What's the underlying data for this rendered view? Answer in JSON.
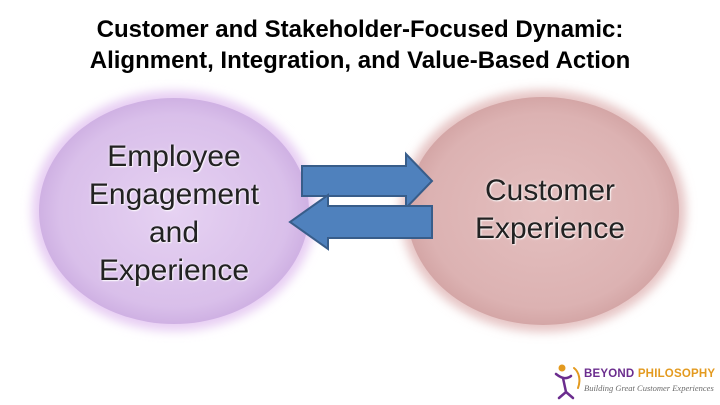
{
  "title": {
    "line1": "Customer and Stakeholder-Focused Dynamic:",
    "line2": "Alignment, Integration, and Value-Based Action"
  },
  "nodes": {
    "left": {
      "lines": [
        "Employee",
        "Engagement",
        "and",
        "Experience"
      ]
    },
    "right": {
      "lines": [
        "Customer",
        "Experience"
      ]
    }
  },
  "arrows": {
    "forward_icon": "arrow-right-icon",
    "backward_icon": "arrow-left-icon"
  },
  "logo": {
    "word1": "BEYOND",
    "word2": "PHILOSOPHY",
    "tagline": "Building Great Customer Experiences"
  },
  "colors": {
    "left_circle": "#dcc3ec",
    "right_circle": "#ddb4b4",
    "arrow_fill": "#4f81bd",
    "arrow_stroke": "#385d8a",
    "logo_purple": "#6b2d8e",
    "logo_orange": "#e39a1f"
  }
}
